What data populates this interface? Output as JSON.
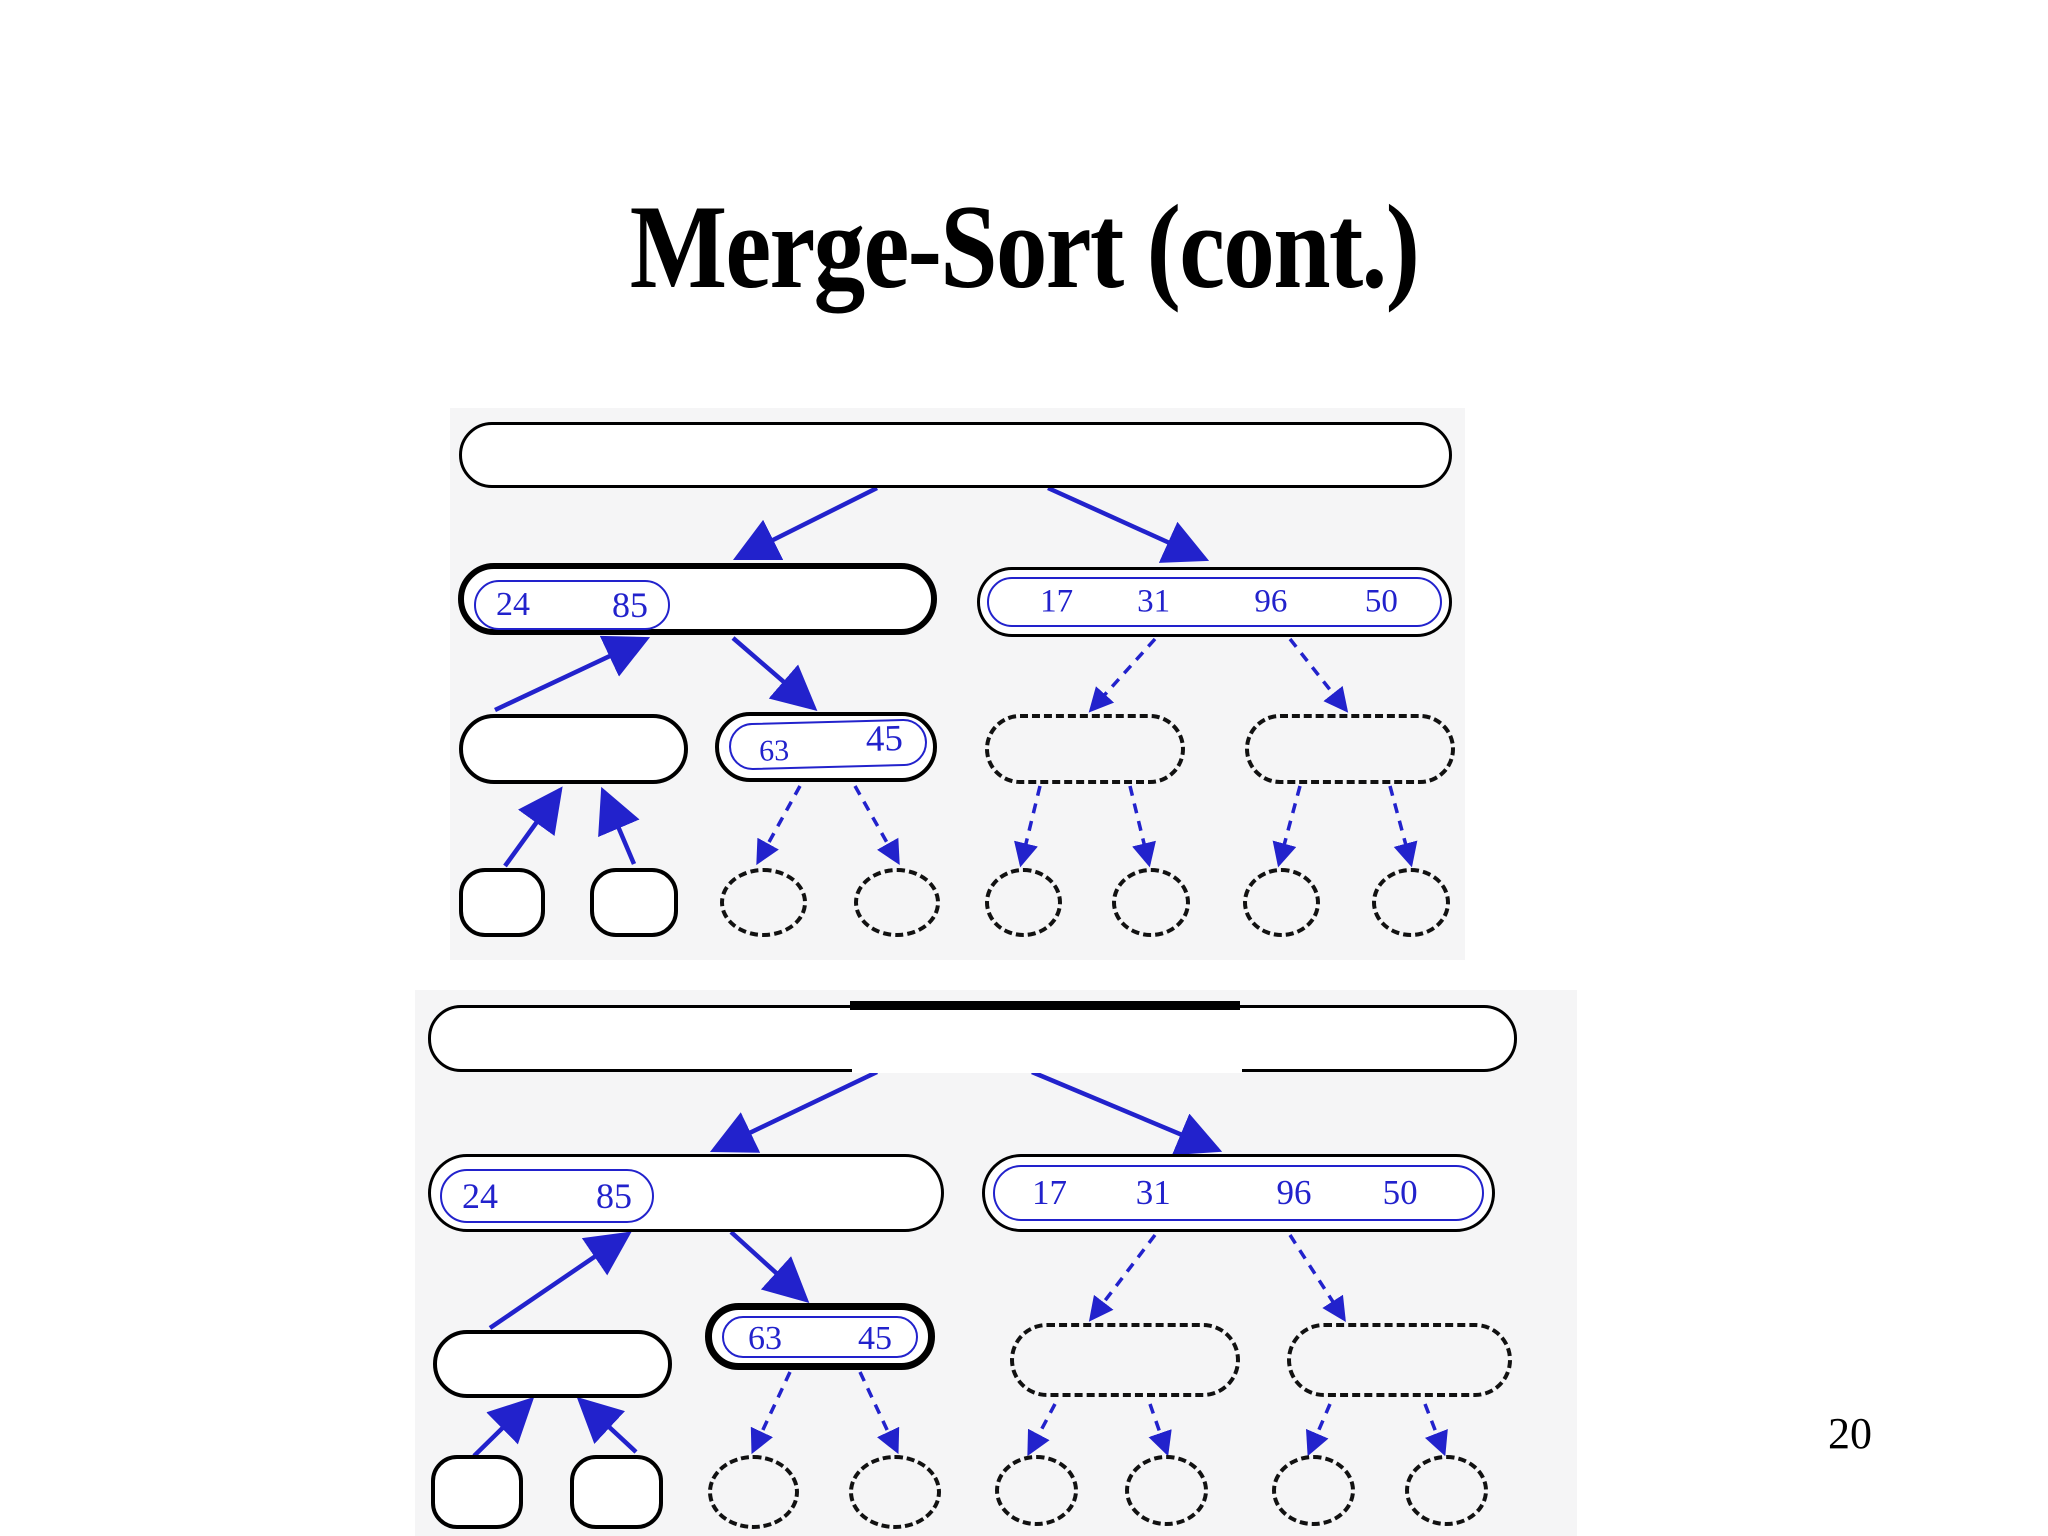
{
  "title": "Merge-Sort (cont.)",
  "page_number": "20",
  "colors": {
    "accent_blue": "#2222cc",
    "panel_bg": "#f5f5f6",
    "ink": "#000000"
  },
  "diagrams": {
    "top": {
      "merged_left_pair": {
        "v1": "24",
        "v2": "85"
      },
      "right_sequence": {
        "v1": "17",
        "v2": "31",
        "v3": "96",
        "v4": "50"
      },
      "pending_pair": {
        "v1": "63",
        "v2": "45"
      }
    },
    "bottom": {
      "merged_left_pair": {
        "v1": "24",
        "v2": "85"
      },
      "right_sequence": {
        "v1": "17",
        "v2": "31",
        "v3": "96",
        "v4": "50"
      },
      "pending_pair": {
        "v1": "63",
        "v2": "45"
      }
    }
  }
}
